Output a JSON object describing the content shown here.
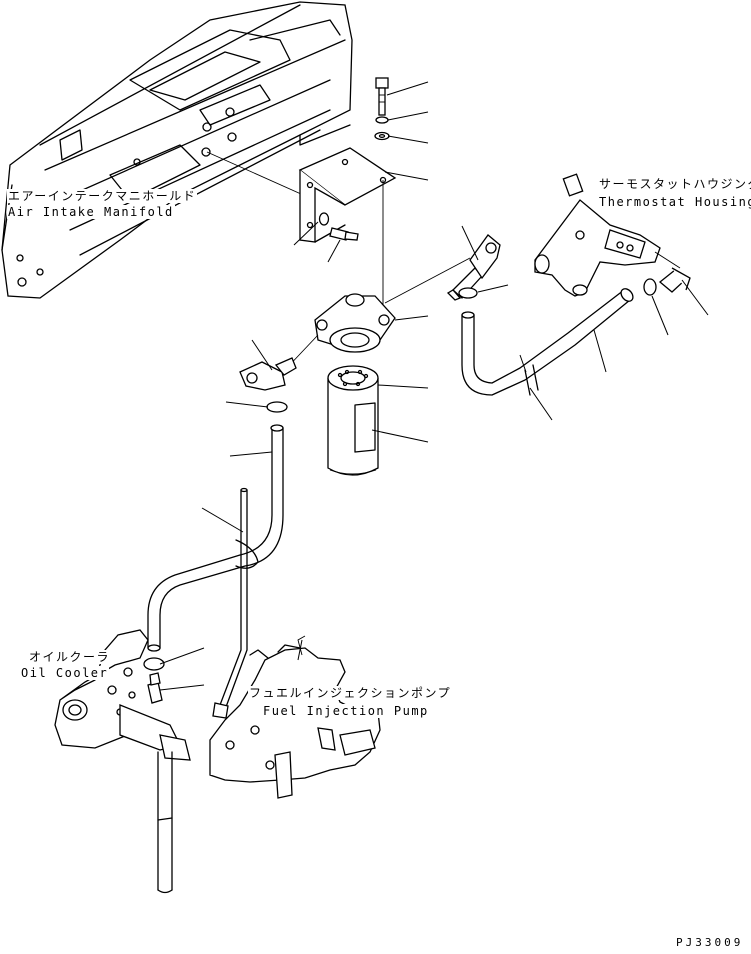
{
  "labels": {
    "air_intake_jp": "エアーインテークマニホールド",
    "air_intake_en": "Air Intake Manifold",
    "thermostat_jp": "サーモスタットハウジング",
    "thermostat_en": "Thermostat Housing",
    "oil_cooler_jp": "オイルクーラ",
    "oil_cooler_en": "Oil Cooler",
    "fuel_pump_jp": "フュエルインジェクションポンプ",
    "fuel_pump_en": "Fuel Injection Pump"
  },
  "drawing_code": "PJ33009"
}
